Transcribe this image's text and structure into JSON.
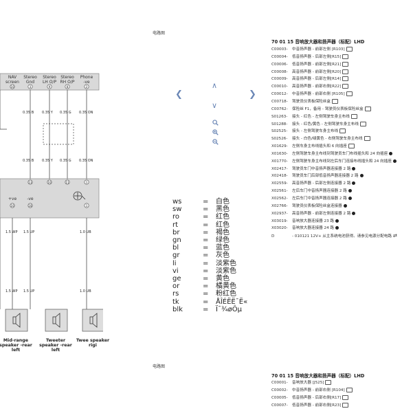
{
  "page_tag_top": "电路图",
  "page_tag_bottom": "电路图",
  "connector_top": {
    "pins": [
      {
        "name": "NAV screen",
        "num": "10"
      },
      {
        "name": "Stereo Gnd",
        "num": "3"
      },
      {
        "name": "Stereo LH O/P",
        "num": "9"
      },
      {
        "name": "Stereo RH O/P",
        "num": "8"
      },
      {
        "name": "Phone -ve",
        "num": "2"
      }
    ]
  },
  "wires_upper": [
    "0.35 B",
    "0.35 Y",
    "0.35 G",
    "0.35 ON"
  ],
  "wires_mid": [
    "0.35 B",
    "0.35 Y",
    "0.35 G",
    "0.35 ON"
  ],
  "connector_mid_top_nums": [
    "13",
    "10",
    "11",
    "1"
  ],
  "amp_pins": [
    {
      "name": "+ve",
      "num": "10"
    },
    {
      "name": "-ve",
      "num": "18"
    }
  ],
  "amp_right_pin_num": "1",
  "wires_lower_a": [
    "1.5 WP",
    "1.5 UP",
    "1.0 UB"
  ],
  "wires_lower_b": [
    "1.5 WP",
    "1.5 UP",
    "1.0 UB"
  ],
  "speakers": [
    {
      "label": "Mid-range speaker -rear left"
    },
    {
      "label": "Tweeter speaker -rear left"
    },
    {
      "label": "Twee speaker rigi"
    }
  ],
  "nav_icons": [
    "chevron-left",
    "chevron-up",
    "chevron-down",
    "chevron-right",
    "zoom",
    "zoom-in",
    "zoom-out"
  ],
  "legend": [
    {
      "code": "ws",
      "eq": "=",
      "val": "白色"
    },
    {
      "code": "sw",
      "eq": "=",
      "val": "黑色"
    },
    {
      "code": "ro",
      "eq": "=",
      "val": "红色"
    },
    {
      "code": "rt",
      "eq": "=",
      "val": "红色"
    },
    {
      "code": "br",
      "eq": "=",
      "val": "褐色"
    },
    {
      "code": "gn",
      "eq": "=",
      "val": "绿色"
    },
    {
      "code": "bl",
      "eq": "=",
      "val": "蓝色"
    },
    {
      "code": "gr",
      "eq": "=",
      "val": "灰色"
    },
    {
      "code": "li",
      "eq": "=",
      "val": "淡紫色"
    },
    {
      "code": "vi",
      "eq": "=",
      "val": "淡紫色"
    },
    {
      "code": "ge",
      "eq": "=",
      "val": "黄色"
    },
    {
      "code": "or",
      "eq": "=",
      "val": "橘黄色"
    },
    {
      "code": "rs",
      "eq": "=",
      "val": "粉红色"
    },
    {
      "code": "tk",
      "eq": "=",
      "val": "ÅÎÉËË¯Ë«"
    },
    {
      "code": "blk",
      "eq": "=",
      "val": "Ï¯¾øÔµ"
    }
  ],
  "list_top": {
    "title": "70 01 15 音响放大器和扬声器（标配）LHD",
    "items": [
      {
        "code": "C00003-",
        "text": "中音扬声器 - 前部左侧 [R103]",
        "icon": "camera"
      },
      {
        "code": "C00004-",
        "text": "低音扬声器 - 后部左侧[R15]",
        "icon": "camera"
      },
      {
        "code": "C00006-",
        "text": "低音扬声器 - 前部左侧[R21]",
        "icon": "camera"
      },
      {
        "code": "C00008-",
        "text": "高音扬声器 - 前部左侧[R20]",
        "icon": "camera"
      },
      {
        "code": "C00009-",
        "text": "高音扬声器 - 后部左侧[R14]",
        "icon": "camera"
      },
      {
        "code": "C00010-",
        "text": "高音扬声器 - 前部右侧[R22]",
        "icon": "camera"
      },
      {
        "code": "C00012-",
        "text": "中音扬声器 - 前部右侧 [R105]",
        "icon": "camera"
      },
      {
        "code": "C00718-",
        "text": "驾驶员仪表板保险丝盒",
        "icon": "camera"
      },
      {
        "code": "C00762-",
        "text": "保险丝 F1，备用 - 驾驶员仪表板保险丝盒",
        "icon": "camera"
      },
      {
        "code": "S01263-",
        "text": "接头 - 红色 - 左侧驾驶车身主布线",
        "icon": "camera"
      },
      {
        "code": "S01288-",
        "text": "接头 - 红色/黄色 - 左侧驾驶车身主布线",
        "icon": "camera"
      },
      {
        "code": "S02525-",
        "text": "接头 - 左侧驾驶车身主布线",
        "icon": "camera"
      },
      {
        "code": "S02526-",
        "text": "接头 - 白色/绿黄色 - 右侧驾驶车身主布线",
        "icon": "camera"
      },
      {
        "code": "X01629-",
        "text": "左侧车身主布线插头和 6 向插座",
        "icon": "camera"
      },
      {
        "code": "X01630-",
        "text": "左侧驾驶车身主布线到驾驶员车门布线插头和 24 向插座",
        "icon": "tag"
      },
      {
        "code": "X01770-",
        "text": "左侧驾驶车身主布线到左后车门连接布线插头和 24 向插座",
        "icon": "tag"
      },
      {
        "code": "X02417-",
        "text": "驾驶员车门中音扬声器连接器 2 路",
        "icon": "tag"
      },
      {
        "code": "X02418-",
        "text": "驾驶员车门后部低音扬声器连接器 2 路",
        "icon": "tag"
      },
      {
        "code": "X02559-",
        "text": "高音扬声器 - 后部左侧连接器 2 路",
        "icon": "tag"
      },
      {
        "code": "X02561-",
        "text": "左后车门中音扬声器连接器 2 路",
        "icon": "tag"
      },
      {
        "code": "X02562-",
        "text": "左后车门中音扬声器连接器 2 路",
        "icon": "tag"
      },
      {
        "code": "X02766-",
        "text": "驾驶员仪表板保险丝盒连接器",
        "icon": "tag"
      },
      {
        "code": "X02937-",
        "text": "高音扬声器 - 前部左侧连接器 2 路",
        "icon": "tag"
      },
      {
        "code": "X03019-",
        "text": "音响放大器连接器 23 路",
        "icon": "tag"
      },
      {
        "code": "X03020-",
        "text": "音响放大器连接器 24 路",
        "icon": "tag"
      },
      {
        "code": "D",
        "text": "- 010121 12V+ 从主系统电池获得。请参见电源分配电路",
        "icon": "arrows"
      }
    ]
  },
  "list_bottom": {
    "title": "70 01 15 音响放大器和扬声器（标配）LHD",
    "items": [
      {
        "code": "C00001-",
        "text": "音响放大器 [J525]",
        "icon": "camera"
      },
      {
        "code": "C00002-",
        "text": "中音扬声器 - 前部右侧 [R104]",
        "icon": "camera"
      },
      {
        "code": "C00005-",
        "text": "低音扬声器 - 后部右侧[R17]",
        "icon": "camera"
      },
      {
        "code": "C00007-",
        "text": "低音扬声器 - 前部右侧[R23]",
        "icon": "camera"
      }
    ]
  }
}
